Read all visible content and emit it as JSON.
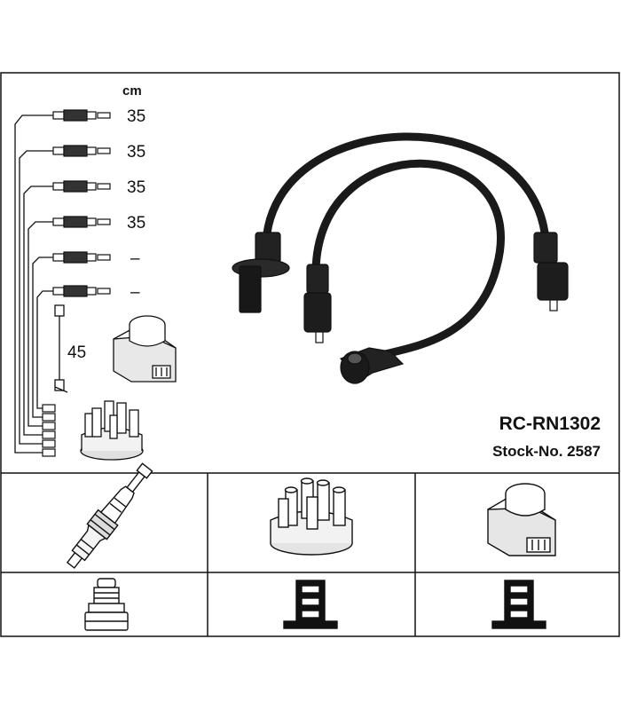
{
  "unit_label": "cm",
  "leads": [
    {
      "length": "35"
    },
    {
      "length": "35"
    },
    {
      "length": "35"
    },
    {
      "length": "35"
    },
    {
      "length": "–"
    },
    {
      "length": "–"
    }
  ],
  "coil_lead_length": "45",
  "product": {
    "model": "RC-RN1302",
    "stock_label": "Stock-No.",
    "stock_number": "2587"
  },
  "icons": {
    "spark_plug": "spark-plug-icon",
    "distributor_cap": "distributor-cap-icon",
    "ignition_coil": "ignition-coil-icon",
    "plug_connector": "spark-plug-connector-icon",
    "cap_connector": "distributor-connector-icon",
    "coil_connector": "coil-connector-icon"
  },
  "colors": {
    "line": "#111111",
    "cable": "#1a1a1a",
    "background": "#ffffff"
  }
}
